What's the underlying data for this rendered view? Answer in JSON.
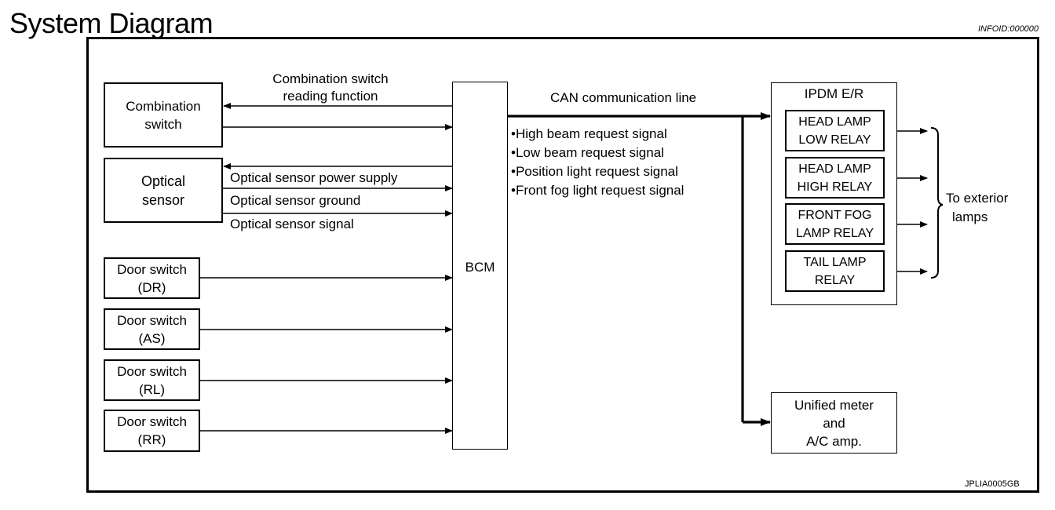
{
  "header": {
    "title": "System Diagram",
    "info_id": "INFOID:000000"
  },
  "blocks": {
    "combination_switch": [
      "Combination",
      "switch"
    ],
    "optical_sensor": [
      "Optical",
      "sensor"
    ],
    "door_switch_dr": [
      "Door switch",
      "(DR)"
    ],
    "door_switch_as": [
      "Door switch",
      "(AS)"
    ],
    "door_switch_rl": [
      "Door switch",
      "(RL)"
    ],
    "door_switch_rr": [
      "Door switch",
      "(RR)"
    ],
    "bcm": "BCM",
    "ipdm": "IPDM E/R",
    "unified_meter": [
      "Unified meter",
      "and",
      "A/C amp."
    ]
  },
  "relays": [
    [
      "HEAD LAMP",
      "LOW RELAY"
    ],
    [
      "HEAD LAMP",
      "HIGH RELAY"
    ],
    [
      "FRONT FOG",
      "LAMP RELAY"
    ],
    [
      "TAIL LAMP",
      "RELAY"
    ]
  ],
  "labels": {
    "combination_reading": [
      "Combination switch",
      "reading function"
    ],
    "optical_power": "Optical sensor power supply",
    "optical_ground": "Optical sensor ground",
    "optical_signal": "Optical sensor signal",
    "can_line": "CAN communication line",
    "to_exterior": [
      "To exterior",
      "lamps"
    ]
  },
  "can_signals": [
    "•High beam request signal",
    "•Low beam request signal",
    "•Position light request signal",
    "•Front fog light request signal"
  ],
  "figure_code": "JPLIA0005GB"
}
